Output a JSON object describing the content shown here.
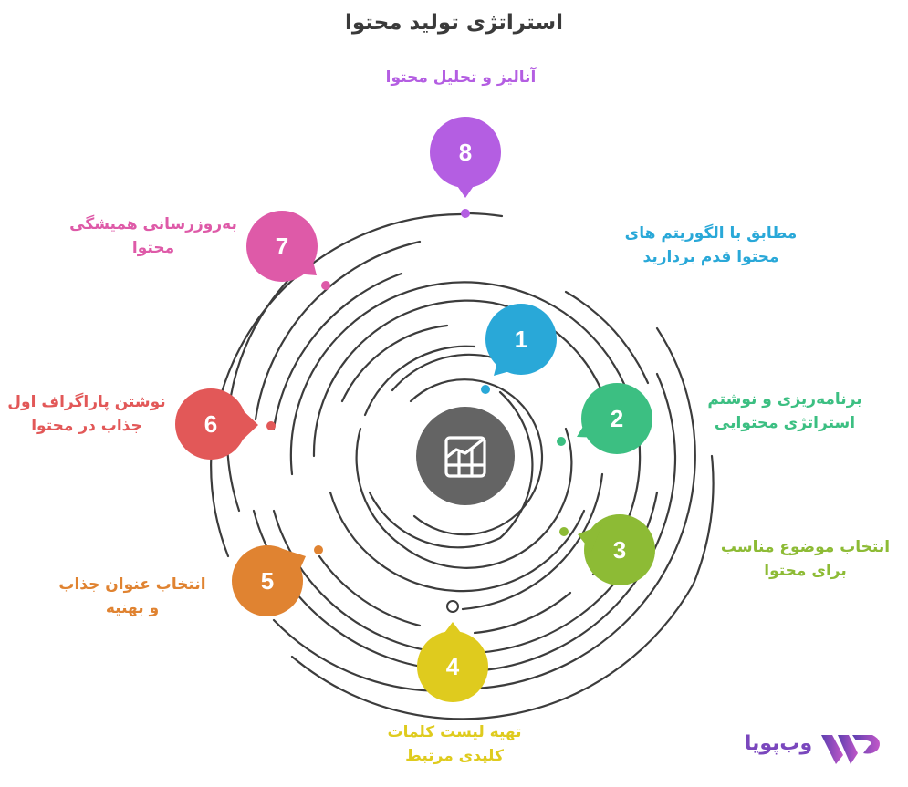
{
  "title": "استراتژی تولید محتوا",
  "center": {
    "icon": "chart-grid-icon",
    "color": "#646464"
  },
  "steps": [
    {
      "number": "1",
      "color": "#29a8d8",
      "label_line1": "مطابق با الگوریتم های",
      "label_line2": "محتوا قدم بردارید"
    },
    {
      "number": "2",
      "color": "#3cbf82",
      "label_line1": "برنامه‌ریزی و نوشتم",
      "label_line2": "استراتژی محتوایی"
    },
    {
      "number": "3",
      "color": "#8dbb35",
      "label_line1": "انتخاب موضوع مناسب",
      "label_line2": "برای محتوا"
    },
    {
      "number": "4",
      "color": "#dfcb1e",
      "label_line1": "تهیه لیست کلمات",
      "label_line2": "کلیدی مرتبط"
    },
    {
      "number": "5",
      "color": "#e08331",
      "label_line1": "انتخاب عنوان جذاب",
      "label_line2": "و بهنیه"
    },
    {
      "number": "6",
      "color": "#e25858",
      "label_line1": "نوشتن پاراگراف اول",
      "label_line2": "جذاب در محتوا"
    },
    {
      "number": "7",
      "color": "#de5aa8",
      "label_line1": "به‌روزرسانی همیشگی",
      "label_line2": "محتوا"
    },
    {
      "number": "8",
      "color": "#b45ee2",
      "label_line1": "آنالیز و تحلیل محتوا",
      "label_line2": ""
    }
  ],
  "ring_color": "#3c3c3c",
  "brand": {
    "name": "وب‌پویا",
    "color_start": "#5b3fb0",
    "color_end": "#c257c8"
  }
}
